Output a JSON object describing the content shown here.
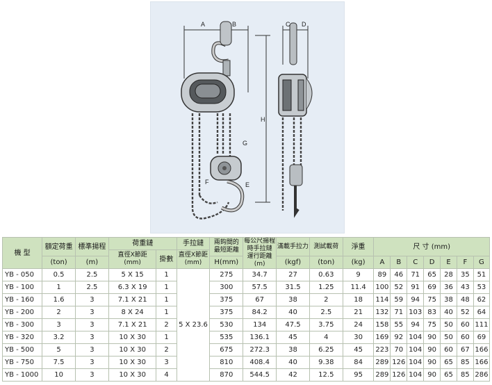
{
  "diagram": {
    "labels": {
      "A": "A",
      "B": "B",
      "C": "C",
      "D": "D",
      "E": "E",
      "F": "F",
      "G": "G",
      "H": "H"
    }
  },
  "table": {
    "headers": {
      "model": "機 型",
      "capacity": "額定荷重",
      "capacity_unit": "(ton)",
      "lift": "標準揚程",
      "lift_unit": "(m)",
      "load_chain": "荷重鏈",
      "load_chain_dia": "直徑X節距",
      "load_chain_dia_unit": "(mm)",
      "load_chain_falls": "掛數",
      "hand_chain": "手拉鏈",
      "hand_chain_dia": "直徑X節距",
      "hand_chain_dia_unit": "(mm)",
      "headroom": "兩鈎間的",
      "headroom2": "最短距離",
      "headroom_unit": "H(mm)",
      "hand_lift": "每公尺揚程",
      "hand_lift2": "時手拉鏈",
      "hand_lift3": "運行距離",
      "hand_lift_unit": "(m)",
      "pull": "滿載手拉力",
      "pull_unit": "(kgf)",
      "test_load": "測試載荷",
      "test_load_unit": "(ton)",
      "weight": "淨重",
      "weight_unit": "(kg)",
      "dims": "尺 寸 (mm)",
      "dim_cols": [
        "A",
        "B",
        "C",
        "D",
        "E",
        "F",
        "G"
      ]
    },
    "hand_chain_shared": "5 X 23.6",
    "rows": [
      {
        "model": "YB - 050",
        "capacity": "0.5",
        "lift": "2.5",
        "chain": "5 X 15",
        "falls": "1",
        "h": "275",
        "run": "34.7",
        "pull": "27",
        "test": "0.63",
        "weight": "9",
        "dims": [
          "89",
          "46",
          "71",
          "65",
          "28",
          "35",
          "51"
        ]
      },
      {
        "model": "YB - 100",
        "capacity": "1",
        "lift": "2.5",
        "chain": "6.3 X 19",
        "falls": "1",
        "h": "300",
        "run": "57.5",
        "pull": "31.5",
        "test": "1.25",
        "weight": "11.4",
        "dims": [
          "100",
          "52",
          "91",
          "69",
          "36",
          "43",
          "53"
        ]
      },
      {
        "model": "YB - 160",
        "capacity": "1.6",
        "lift": "3",
        "chain": "7.1 X 21",
        "falls": "1",
        "h": "375",
        "run": "67",
        "pull": "38",
        "test": "2",
        "weight": "18",
        "dims": [
          "114",
          "59",
          "94",
          "75",
          "38",
          "48",
          "62"
        ]
      },
      {
        "model": "YB - 200",
        "capacity": "2",
        "lift": "3",
        "chain": "8 X 24",
        "falls": "1",
        "h": "375",
        "run": "84.2",
        "pull": "40",
        "test": "2.5",
        "weight": "21",
        "dims": [
          "132",
          "71",
          "103",
          "83",
          "40",
          "52",
          "64"
        ]
      },
      {
        "model": "YB - 300",
        "capacity": "3",
        "lift": "3",
        "chain": "7.1 X 21",
        "falls": "2",
        "h": "530",
        "run": "134",
        "pull": "47.5",
        "test": "3.75",
        "weight": "24",
        "dims": [
          "158",
          "55",
          "94",
          "75",
          "50",
          "60",
          "111"
        ]
      },
      {
        "model": "YB - 320",
        "capacity": "3.2",
        "lift": "3",
        "chain": "10 X 30",
        "falls": "1",
        "h": "535",
        "run": "136.1",
        "pull": "45",
        "test": "4",
        "weight": "30",
        "dims": [
          "169",
          "92",
          "104",
          "90",
          "50",
          "60",
          "69"
        ]
      },
      {
        "model": "YB - 500",
        "capacity": "5",
        "lift": "3",
        "chain": "10 X 30",
        "falls": "2",
        "h": "675",
        "run": "272.3",
        "pull": "38",
        "test": "6.25",
        "weight": "45",
        "dims": [
          "223",
          "70",
          "104",
          "90",
          "60",
          "67",
          "166"
        ]
      },
      {
        "model": "YB - 750",
        "capacity": "7.5",
        "lift": "3",
        "chain": "10 X 30",
        "falls": "3",
        "h": "810",
        "run": "408.4",
        "pull": "40",
        "test": "9.38",
        "weight": "84",
        "dims": [
          "289",
          "126",
          "104",
          "90",
          "65",
          "85",
          "166"
        ]
      },
      {
        "model": "YB - 1000",
        "capacity": "10",
        "lift": "3",
        "chain": "10 X 30",
        "falls": "4",
        "h": "870",
        "run": "544.5",
        "pull": "42",
        "test": "12.5",
        "weight": "95",
        "dims": [
          "289",
          "126",
          "104",
          "90",
          "65",
          "85",
          "286"
        ]
      }
    ]
  }
}
